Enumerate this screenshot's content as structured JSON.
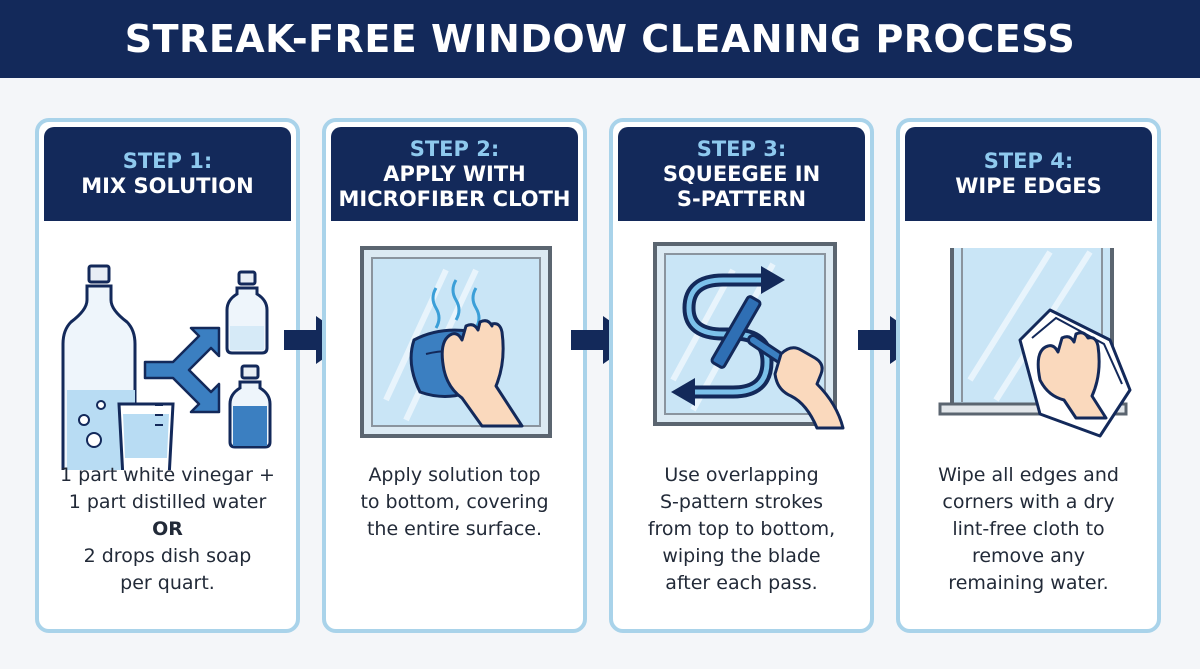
{
  "title": "STREAK-FREE WINDOW CLEANING PROCESS",
  "colors": {
    "navy": "#13295a",
    "light_blue": "#a9d3ea",
    "accent_blue": "#2f6fb4",
    "step_label": "#8ec9ee"
  },
  "steps": [
    {
      "step_label": "STEP 1:",
      "title_lines": [
        "MIX SOLUTION"
      ],
      "icon": "bottles-and-measuring-cup-icon",
      "description_lines": [
        "1 part white vinegar +",
        "1 part distilled water",
        "OR",
        "2 drops dish soap",
        "per quart."
      ]
    },
    {
      "step_label": "STEP 2:",
      "title_lines": [
        "APPLY WITH",
        "MICROFIBER CLOTH"
      ],
      "icon": "hand-with-cloth-on-window-icon",
      "description_lines": [
        "Apply solution top",
        "to bottom, covering",
        "the entire surface."
      ]
    },
    {
      "step_label": "STEP 3:",
      "title_lines": [
        "SQUEEGEE IN",
        "S-PATTERN"
      ],
      "icon": "squeegee-s-pattern-icon",
      "description_lines": [
        "Use overlapping",
        "S-pattern strokes",
        "from top to bottom,",
        "wiping the blade",
        "after each pass."
      ]
    },
    {
      "step_label": "STEP 4:",
      "title_lines": [
        "WIPE EDGES"
      ],
      "icon": "hand-wiping-window-edge-icon",
      "description_lines": [
        "Wipe all edges and",
        "corners with a dry",
        "lint-free cloth to",
        "remove any",
        "remaining water."
      ]
    }
  ]
}
